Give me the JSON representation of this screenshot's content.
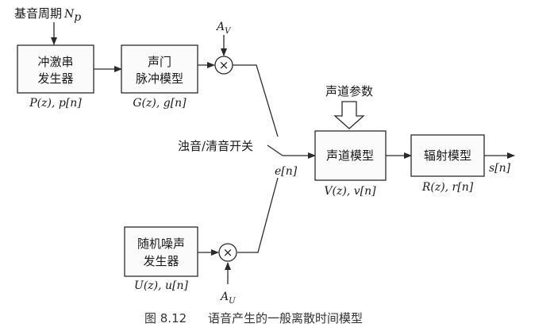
{
  "diagram": {
    "pitch_input": {
      "prefix": "基音周期",
      "symbol": "N",
      "sub": "p"
    },
    "blocks": {
      "impulse": {
        "line1": "冲激串",
        "line2": "发生器",
        "func": "P(z), p[n]"
      },
      "glottal": {
        "line1": "声门",
        "line2": "脉冲模型",
        "func": "G(z), g[n]"
      },
      "noise": {
        "line1": "随机噪声",
        "line2": "发生器",
        "func": "U(z), u[n]"
      },
      "vocal_tract": {
        "label": "声道模型",
        "func": "V(z), v[n]"
      },
      "radiation": {
        "label": "辐射模型",
        "func": "R(z), r[n]"
      }
    },
    "gains": {
      "voiced": {
        "symbol": "A",
        "sub": "V"
      },
      "unvoiced": {
        "symbol": "A",
        "sub": "U"
      }
    },
    "multiplier_symbol": "×",
    "switch_label": "浊音/清音开关",
    "excitation_label": "e[n]",
    "tract_params_label": "声道参数",
    "output_label": "s[n]"
  },
  "caption": {
    "figure_no": "图 8.12",
    "text": "语音产生的一般离散时间模型"
  }
}
